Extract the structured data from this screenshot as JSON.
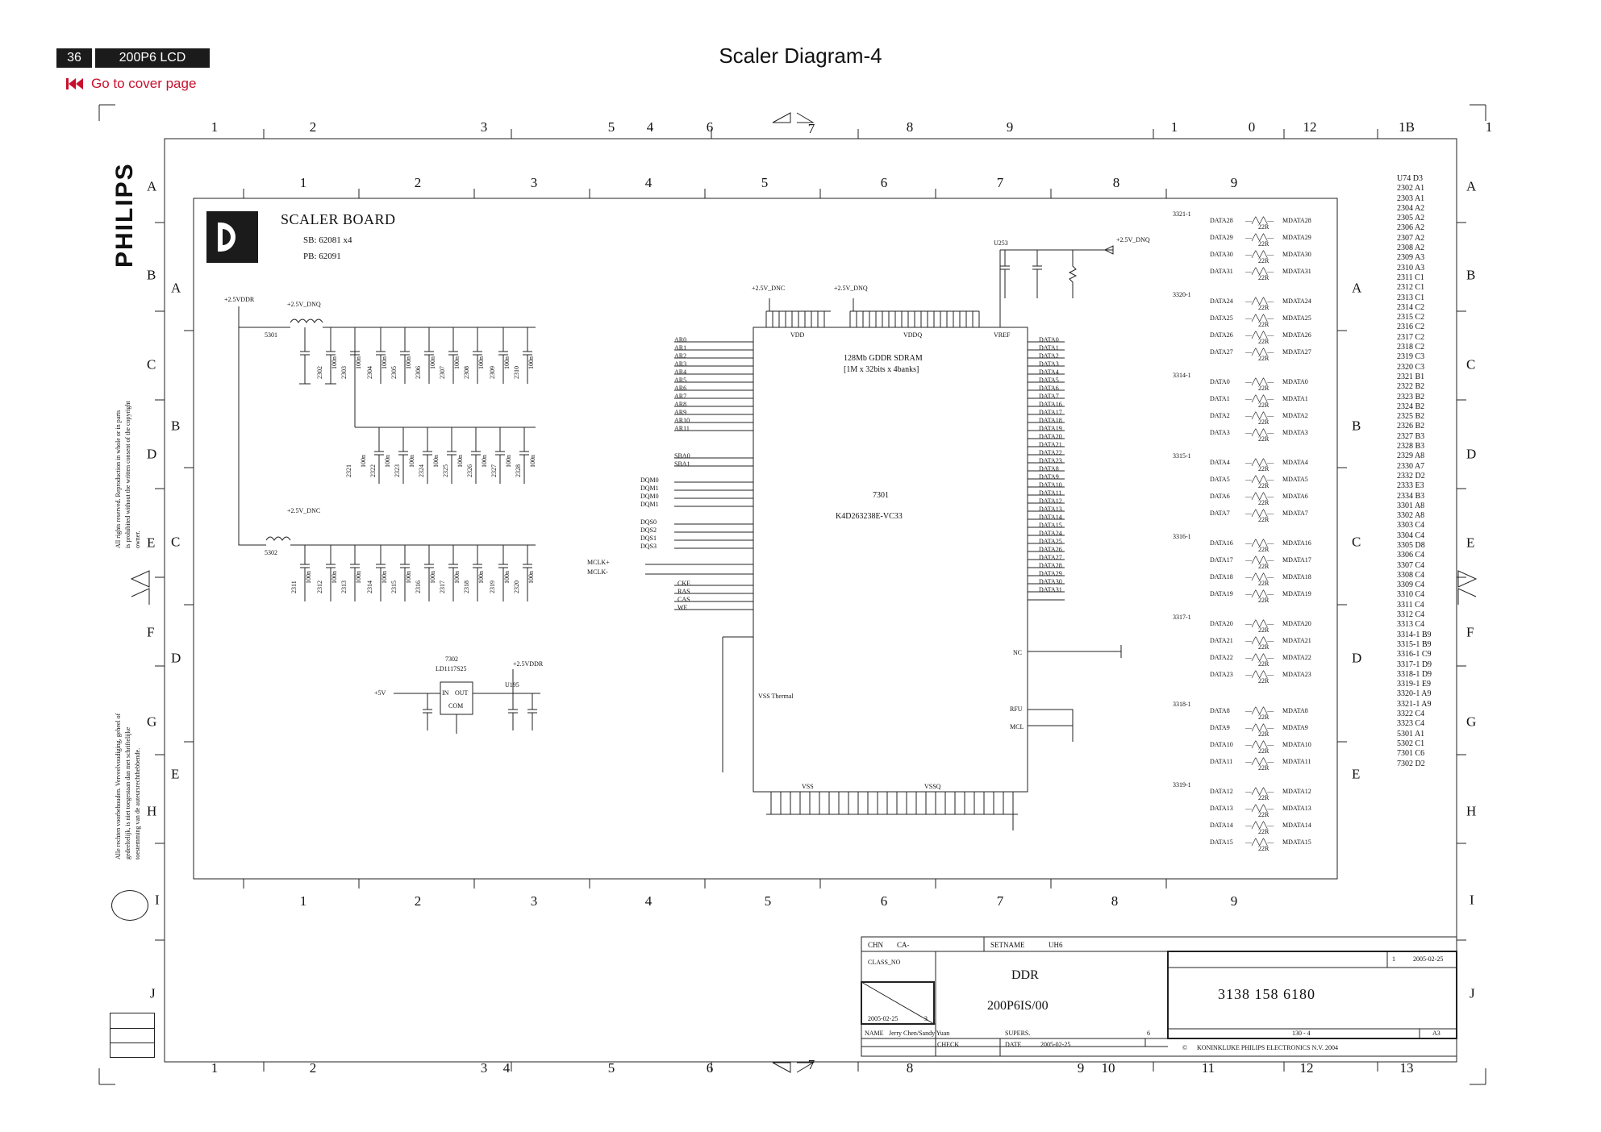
{
  "header": {
    "page_number": "36",
    "model": "200P6 LCD",
    "cover_link": "Go to cover page",
    "title": "Scaler Diagram-4"
  },
  "outer_grid": {
    "top_cols": [
      "1",
      "2",
      "3",
      "5",
      "4",
      "6",
      "7",
      "8",
      "9",
      "1",
      "0",
      "12",
      "1B",
      "1"
    ],
    "bottom_cols": [
      "1",
      "2",
      "3",
      "4",
      "5",
      "6",
      "7",
      "8",
      "9",
      "10",
      "11",
      "12",
      "13"
    ],
    "rows_left": [
      "A",
      "B",
      "C",
      "D",
      "E",
      "F",
      "G",
      "H",
      "I",
      "J"
    ],
    "rows_right": [
      "A",
      "B",
      "C",
      "D",
      "E",
      "F",
      "G",
      "H",
      "I",
      "J"
    ]
  },
  "inner_grid": {
    "cols_top": [
      "1",
      "2",
      "3",
      "4",
      "5",
      "6",
      "7",
      "8",
      "9"
    ],
    "cols_bottom": [
      "1",
      "2",
      "3",
      "4",
      "5",
      "6",
      "7",
      "8",
      "9"
    ],
    "rows_left": [
      "A",
      "B",
      "C",
      "D",
      "E"
    ],
    "rows_right": [
      "A",
      "B",
      "C",
      "D",
      "E"
    ]
  },
  "board": {
    "title": "SCALER BOARD",
    "sb": "SB: 62081 x4",
    "pb": "PB: 62091"
  },
  "brand": "PHILIPS",
  "copyright_en": [
    "All rights reserved. Reproduction in whole or in parts",
    "is prohibited without the written consent of the copyright",
    "owner."
  ],
  "copyright_nl": [
    "Alle rechten voorbehouden. Verveelvoudiging, geheel of",
    "gedeeltelijk, is niet toegestaan dan met schriftelijke",
    "toestemming van de auteursrechthebbende."
  ],
  "power": {
    "vddr": "+2.5VDDR",
    "vdnq": "+2.5V_DNQ",
    "vdnc": "+2.5V_DNC",
    "vdnq2": "+2.5V_DNQ",
    "plus5": "+5V",
    "vddr2": "+2.5VDDR",
    "vdnq3": "+2.5V_DNQ",
    "vdnc2": "+2.5V_DNC"
  },
  "inductors": [
    "5301",
    "5302"
  ],
  "regulator": {
    "ref": "7302",
    "part": "LD1117S25",
    "in": "IN",
    "out": "OUT",
    "com": "COM",
    "net": "U195"
  },
  "cap_row1": [
    "2302",
    "2303",
    "2304",
    "2305",
    "2306",
    "2307",
    "2308",
    "2309",
    "2310"
  ],
  "cap_row2": [
    "2321",
    "2322",
    "2323",
    "2324",
    "2325",
    "2326",
    "2327",
    "2328"
  ],
  "cap_row3": [
    "2311",
    "2312",
    "2313",
    "2314",
    "2315",
    "2316",
    "2317",
    "2318",
    "2319",
    "2320"
  ],
  "cap_value": "100n",
  "sdram": {
    "ref": "7301",
    "part": "K4D263238E-VC33",
    "desc1": "128Mb GDDR SDRAM",
    "desc2": "[1M x 32bits x 4banks]",
    "vdd": "VDD",
    "vddq": "VDDQ",
    "vref": "VREF",
    "vss": "VSS",
    "vssq": "VSSQ",
    "thermal": "VSS Thermal",
    "nc": "NC",
    "rfu": "RFU",
    "mcl": "MCL",
    "vref_net": "U253",
    "addr": [
      "AR0",
      "AR1",
      "AR2",
      "AR3",
      "AR4",
      "AR5",
      "AR6",
      "AR7",
      "AR8",
      "AR9",
      "AR10",
      "AR11"
    ],
    "ba": [
      "SBA0",
      "SBA1"
    ],
    "dqm": [
      "DQM0",
      "DQM1",
      "DQM0",
      "DQM1"
    ],
    "dqs": [
      "DQS0",
      "DQS2",
      "DQS1",
      "DQS3"
    ],
    "ctl": [
      "CKE",
      "RAS",
      "CAS",
      "WE"
    ],
    "clk": [
      "MCLK+",
      "MCLK-"
    ],
    "data": [
      "DATA0",
      "DATA1",
      "DATA2",
      "DATA3",
      "DATA4",
      "DATA5",
      "DATA6",
      "DATA7",
      "DATA16",
      "DATA17",
      "DATA18",
      "DATA19",
      "DATA20",
      "DATA21",
      "DATA22",
      "DATA23",
      "DATA8",
      "DATA9",
      "DATA10",
      "DATA11",
      "DATA12",
      "DATA13",
      "DATA14",
      "DATA15",
      "DATA24",
      "DATA25",
      "DATA26",
      "DATA27",
      "DATA28",
      "DATA29",
      "DATA30",
      "DATA31"
    ]
  },
  "res_arrays": [
    {
      "ref": "3321-1",
      "in": [
        "DATA28",
        "DATA29",
        "DATA30",
        "DATA31"
      ],
      "out": [
        "MDATA28",
        "MDATA29",
        "MDATA30",
        "MDATA31"
      ]
    },
    {
      "ref": "3320-1",
      "in": [
        "DATA24",
        "DATA25",
        "DATA26",
        "DATA27"
      ],
      "out": [
        "MDATA24",
        "MDATA25",
        "MDATA26",
        "MDATA27"
      ]
    },
    {
      "ref": "3314-1",
      "in": [
        "DATA0",
        "DATA1",
        "DATA2",
        "DATA3"
      ],
      "out": [
        "MDATA0",
        "MDATA1",
        "MDATA2",
        "MDATA3"
      ]
    },
    {
      "ref": "3315-1",
      "in": [
        "DATA4",
        "DATA5",
        "DATA6",
        "DATA7"
      ],
      "out": [
        "MDATA4",
        "MDATA5",
        "MDATA6",
        "MDATA7"
      ]
    },
    {
      "ref": "3316-1",
      "in": [
        "DATA16",
        "DATA17",
        "DATA18",
        "DATA19"
      ],
      "out": [
        "MDATA16",
        "MDATA17",
        "MDATA18",
        "MDATA19"
      ]
    },
    {
      "ref": "3317-1",
      "in": [
        "DATA20",
        "DATA21",
        "DATA22",
        "DATA23"
      ],
      "out": [
        "MDATA20",
        "MDATA21",
        "MDATA22",
        "MDATA23"
      ]
    },
    {
      "ref": "3318-1",
      "in": [
        "DATA8",
        "DATA9",
        "DATA10",
        "DATA11"
      ],
      "out": [
        "MDATA8",
        "MDATA9",
        "MDATA10",
        "MDATA11"
      ]
    },
    {
      "ref": "3319-1",
      "in": [
        "DATA12",
        "DATA13",
        "DATA14",
        "DATA15"
      ],
      "out": [
        "MDATA12",
        "MDATA13",
        "MDATA14",
        "MDATA15"
      ]
    }
  ],
  "res_value": "22R",
  "ref_list": [
    "U74 D3",
    "2302 A1",
    "2303 A1",
    "2304 A2",
    "2305 A2",
    "2306 A2",
    "2307 A2",
    "2308 A2",
    "2309 A3",
    "2310 A3",
    "2311 C1",
    "2312 C1",
    "2313 C1",
    "2314 C2",
    "2315 C2",
    "2316 C2",
    "2317 C2",
    "2318 C2",
    "2319 C3",
    "2320 C3",
    "2321 B1",
    "2322 B2",
    "2323 B2",
    "2324 B2",
    "2325 B2",
    "2326 B2",
    "2327 B3",
    "2328 B3",
    "2329 A8",
    "2330 A7",
    "2332 D2",
    "2333 E3",
    "2334 B3",
    "3301 A8",
    "3302 A8",
    "3303 C4",
    "3304 C4",
    "3305 D8",
    "3306 C4",
    "3307 C4",
    "3308 C4",
    "3309 C4",
    "3310 C4",
    "3311 C4",
    "3312 C4",
    "3313 C4",
    "3314-1 B9",
    "3315-1 B9",
    "3316-1 C9",
    "3317-1 D9",
    "3318-1 D9",
    "3319-1 E9",
    "3320-1 A9",
    "3321-1 A9",
    "3322 C4",
    "3323 C4",
    "5301 A1",
    "5302 C1",
    "7301 C6",
    "7302 D2"
  ],
  "title_block": {
    "chn": "CHN",
    "ca": "CA-",
    "setname_label": "SETNAME",
    "setname": "UH6",
    "class_no": "CLASS_NO",
    "name1": "DDR",
    "name2": "200P6IS/00",
    "drawing_number": "3138 158 6180",
    "date_small": "2005-02-25",
    "sheet_small": "3",
    "date_right": "2005-02-25",
    "rev": "1",
    "name_label": "NAME",
    "name": "Jerry Chen/Sandy Yuan",
    "supers_label": "SUPERS.",
    "supers": "6",
    "check_label": "CHECK",
    "date_label": "DATE",
    "date": "2005-02-25",
    "sheet_of": "130 - 4",
    "format": "A3",
    "company": "KONINKLIJKE PHILIPS ELECTRONICS N.V. 2004"
  }
}
